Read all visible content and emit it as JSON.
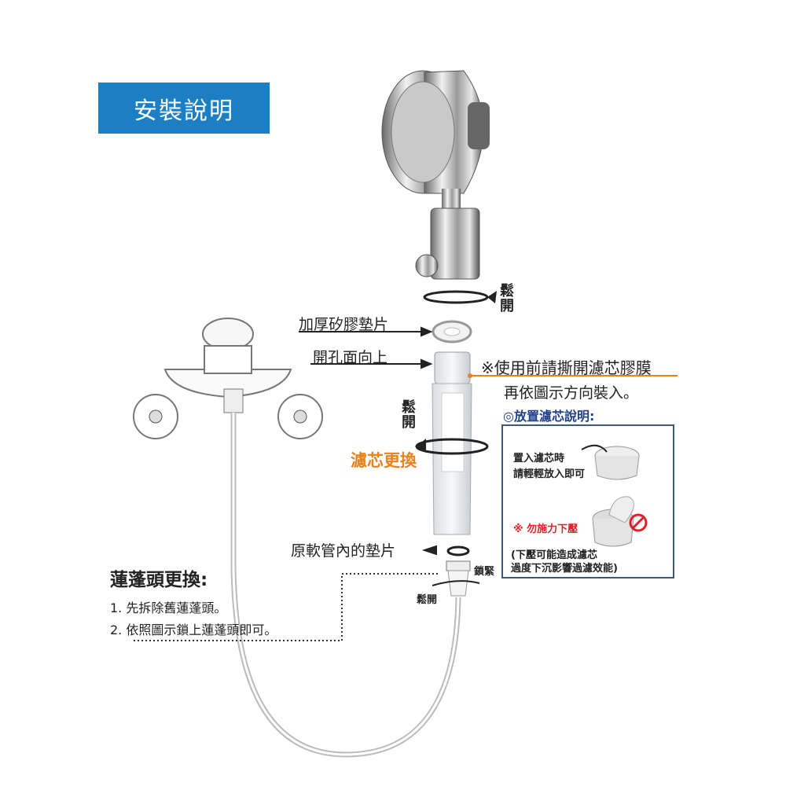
{
  "title": "安裝說明",
  "labels": {
    "loosen_top": "鬆開",
    "thick_gasket": "加厚矽膠墊片",
    "hole_up": "開孔面向上",
    "peel_film": "※使用前請撕開濾芯膠膜",
    "insert_direction": "再依圖示方向裝入。",
    "loosen_mid": "鬆開",
    "filter_replace": "濾芯更換",
    "hose_gasket": "原軟管內的墊片",
    "tighten": "鎖緊",
    "loosen_bottom": "鬆開"
  },
  "placement": {
    "heading": "◎放置濾芯說明:",
    "line1": "置入濾芯時",
    "line2": "請輕輕放入即可",
    "warning": "※ 勿施力下壓",
    "note1": "(下壓可能造成濾芯",
    "note2": "過度下沉影響過濾效能)"
  },
  "replace": {
    "heading": "蓮蓬頭更換:",
    "step1": "1. 先拆除舊蓮蓬頭。",
    "step2": "2. 依照圖示鎖上蓮蓬頭即可。"
  },
  "colors": {
    "title_bg": "#1c7fc3",
    "accent_orange": "#e8821e",
    "warning_red": "#e0202a",
    "box_border": "#3e5877"
  }
}
